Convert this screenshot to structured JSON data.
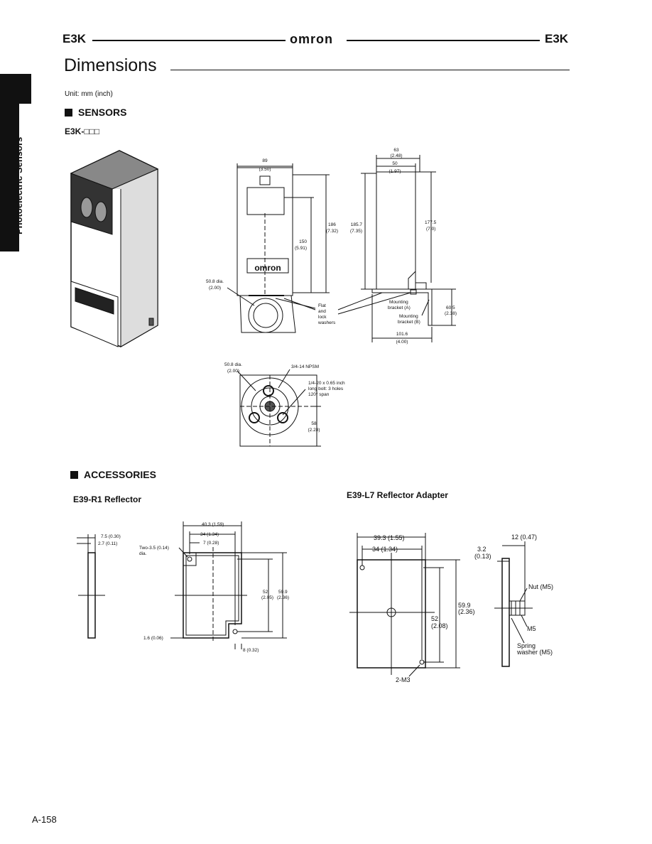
{
  "header": {
    "left_code": "E3K",
    "brand": "omron",
    "right_code": "E3K"
  },
  "side_tab": {
    "label": "Photoelectric Sensors"
  },
  "page": {
    "title": "Dimensions",
    "unit_note": "Unit: mm (inch)",
    "page_number": "A-158"
  },
  "sensors": {
    "heading": "SENSORS",
    "model": "E3K-□□□",
    "front": {
      "width": "89",
      "width_in": "(3.50)",
      "h186": "186",
      "h186_in": "(7.32)",
      "h150": "150",
      "h150_in": "(5.91)",
      "dia": "50.8 dia.",
      "dia_in": "(2.00)",
      "brand": "omron",
      "washers": [
        "Flat",
        "and",
        "lock",
        "washers"
      ]
    },
    "side": {
      "w63": "63",
      "w63_in": "(2.48)",
      "w50": "50",
      "w50_in": "(1.97)",
      "h1857": "185.7",
      "h1857_in": "(7.35)",
      "h1775": "177.5",
      "h1775_in": "(7.0)",
      "h605": "60.5",
      "h605_in": "(2.38)",
      "w1016": "101.6",
      "w1016_in": "(4.00)",
      "bracket_a": [
        "Mounting",
        "bracket (A)"
      ],
      "bracket_b": [
        "Mounting",
        "bracket (B)"
      ]
    },
    "bottom": {
      "dia": "50.8 dia.",
      "dia_in": "(2.00)",
      "thread": "3/4-14 NPSM",
      "bolt": [
        "1/4-20 x 0.65 inch",
        "long bolt: 3 holes",
        "120° span"
      ],
      "h58": "58",
      "h58_in": "(2.28)"
    }
  },
  "accessories": {
    "heading": "ACCESSORIES",
    "r1": {
      "title": "E39-R1 Reflector",
      "t75": "7.5 (0.30)",
      "t27": "2.7 (0.11)",
      "w403": "40.3 (1.59)",
      "w34": "34 (1.34)",
      "w7": "7 (0.28)",
      "hole": [
        "Two-3.5 (0.14)",
        "dia."
      ],
      "h52": "52",
      "h52_in": "(2.05)",
      "h599": "59.9",
      "h599_in": "(2.36)",
      "t16": "1.6 (0.06)",
      "w8": "8 (0.32)"
    },
    "l7": {
      "title": "E39-L7 Reflector Adapter",
      "w393": "39.3 (1.55)",
      "w34": "34 (1.34)",
      "h599": "59.9",
      "h599_in": "(2.36)",
      "h52": "52",
      "h52_in": "(2.08)",
      "m3": "2-M3",
      "t12": "12 (0.47)",
      "t32": "3.2",
      "t32_in": "(0.13)",
      "nut": "Nut (M5)",
      "m5": "M5",
      "washer": [
        "Spring",
        "washer (M5)"
      ]
    }
  }
}
